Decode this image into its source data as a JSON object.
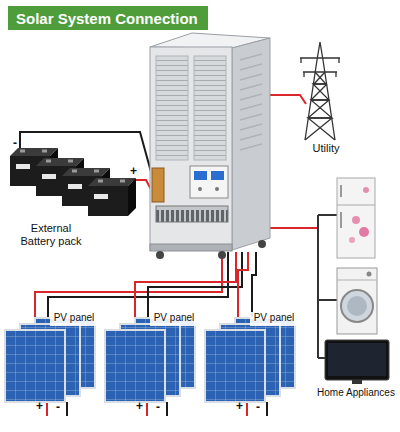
{
  "diagram": {
    "title": "Solar System Connection",
    "nodes": [
      {
        "text": [
          "Utility"
        ]
      },
      {
        "text": [
          "External Battery pack"
        ]
      },
      {
        "text": [
          "PV panel"
        ]
      },
      {
        "text": [
          "PV panel"
        ]
      },
      {
        "text": [
          "PV panel"
        ]
      },
      {
        "text": [
          "Home Appliances"
        ]
      }
    ],
    "labels": [
      "-",
      "+",
      "+",
      "-",
      "+",
      "-",
      "+",
      "-"
    ]
  }
}
